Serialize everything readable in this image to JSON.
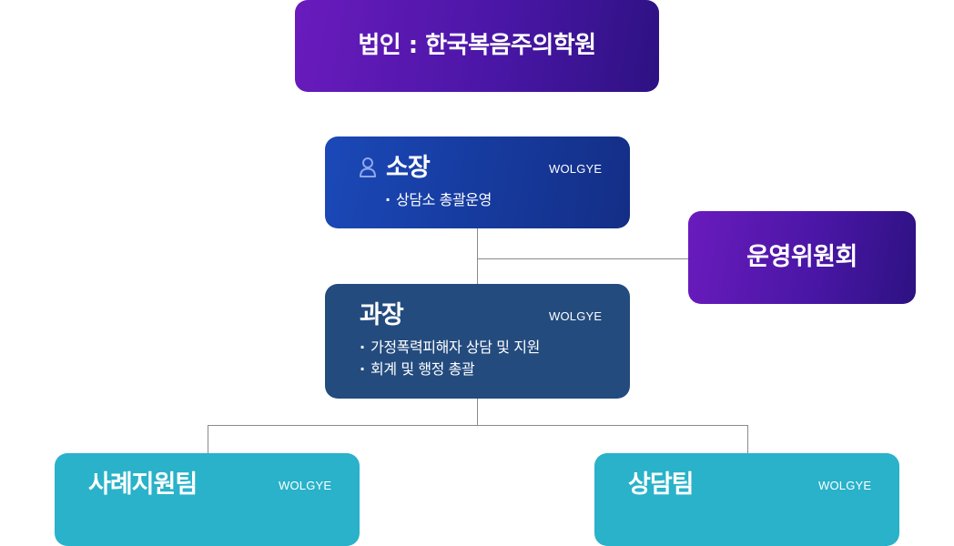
{
  "corporation": {
    "label": "법인 : 한국복음주의학원"
  },
  "director": {
    "title": "소장",
    "tag": "WOLGYE",
    "icon": "person-icon",
    "duties": [
      "상담소 총괄운영"
    ]
  },
  "committee": {
    "title": "운영위원회"
  },
  "manager": {
    "title": "과장",
    "tag": "WOLGYE",
    "duties": [
      "가정폭력피해자 상담 및 지원",
      "회계 및 행정 총괄"
    ]
  },
  "teams": [
    {
      "title": "사례지원팀",
      "tag": "WOLGYE"
    },
    {
      "title": "상담팀",
      "tag": "WOLGYE"
    }
  ],
  "colors": {
    "purple": "#5a18b0",
    "blue": "#1b3fa6",
    "slate": "#234b7e",
    "teal": "#29b2c9",
    "connector": "#8a8a8a"
  }
}
